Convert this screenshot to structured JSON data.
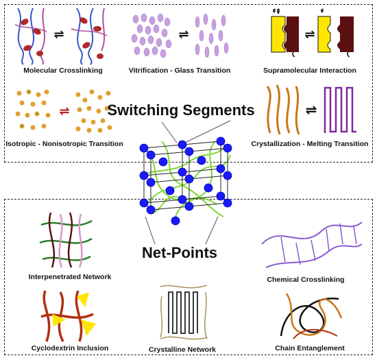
{
  "headings": {
    "switching_segments": "Switching Segments",
    "net_points": "Net-Points"
  },
  "switching": {
    "molecular_crosslinking": "Molecular Crosslinking",
    "vitrification": "Vitrification - Glass Transition",
    "supramolecular": "Supramolecular Interaction",
    "isotropic": "Isotropic - Nonisotropic Transition",
    "crystallization": "Crystallization - Melting Transition"
  },
  "netpoints": {
    "interpenetrated": "Interpenetrated Network",
    "chemical": "Chemical Crosslinking",
    "cyclodextrin": "Cyclodextrin Inclusion",
    "crystalline": "Crystalline Network",
    "entanglement": "Chain Entanglement"
  },
  "symbols": {
    "equilibrium": "⇌"
  },
  "colors": {
    "node": "#1a1aff",
    "chain": "#7fd63a",
    "purple": "#7a2a9a",
    "yellow": "#ffe600",
    "brown": "#5a1010",
    "orange": "#c8761a"
  }
}
